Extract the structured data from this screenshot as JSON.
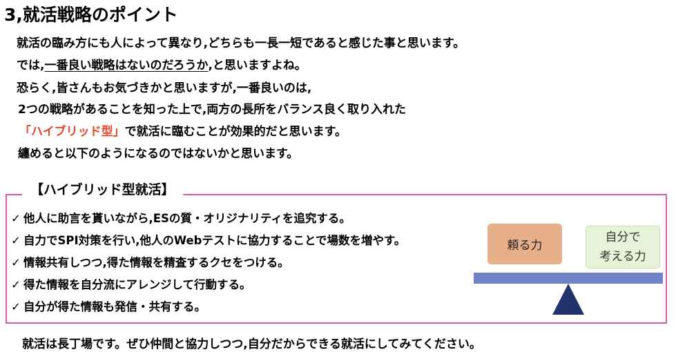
{
  "title": "3,就活戦略のポイント",
  "paragraphs": {
    "line1": "就活の臨み方にも人によって異なり,どちらも一長一短であると感じた事と思います。",
    "line2_prefix": "では,",
    "line2_underlined": "一番良い戦略はないのだろうか",
    "line2_suffix": ",と思いますよね。",
    "line3": "恐らく,皆さんもお気づきかと思いますが,一番良いのは,",
    "line4": "2つの戦略があることを知った上で,両方の長所をバランス良く取り入れた",
    "line5_highlight": "「ハイブリッド型」",
    "line5_suffix": "で就活に臨むことが効果的だと思います。",
    "line6": "纏めると以下のようになるのではないかと思います。"
  },
  "hybrid": {
    "heading": "【ハイブリッド型就活】",
    "check_mark": "✓",
    "items": [
      "他人に助言を貰いながら,ESの質・オリジナリティを追究する。",
      "自力でSPI対策を行い,他人のWebテストに協力することで場数を増やす。",
      "情報共有しつつ,得た情報を精査するクセをつける。",
      "得た情報を自分流にアレンジして行動する。",
      "自分が得た情報も発信・共有する。"
    ]
  },
  "balance": {
    "left_label": "頼る力",
    "right_label_line1": "自分で",
    "right_label_line2": "考える力",
    "beam_color": "#6f82c6",
    "fulcrum_color": "#22326b",
    "left_color": "#e8b08a",
    "right_color": "#e6f3d8"
  },
  "footer": "就活は長丁場です。ぜひ仲間と協力しつつ,自分だからできる就活にしてみてください。"
}
